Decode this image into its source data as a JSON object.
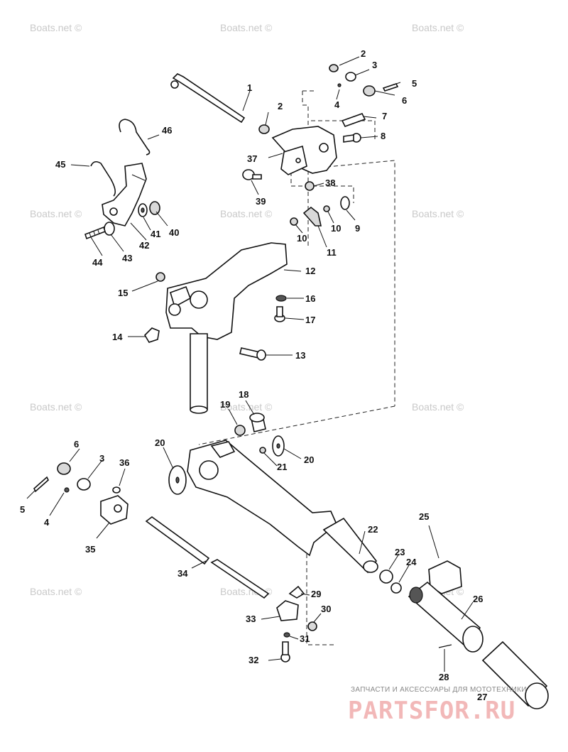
{
  "watermark": {
    "text": "Boats.net ©"
  },
  "brand": {
    "top_text": "ЗАПЧАСТИ И АКСЕССУАРЫ ДЛЯ МОТОТЕХНИКИ",
    "main_text": "PARTSFOR.RU"
  },
  "callouts": [
    "1",
    "2",
    "3",
    "4",
    "5",
    "6",
    "7",
    "8",
    "9",
    "10",
    "11",
    "12",
    "13",
    "14",
    "15",
    "16",
    "17",
    "18",
    "19",
    "20",
    "21",
    "22",
    "23",
    "24",
    "25",
    "26",
    "27",
    "28",
    "29",
    "30",
    "31",
    "32",
    "33",
    "34",
    "35",
    "36",
    "37",
    "38",
    "39",
    "40",
    "41",
    "42",
    "43",
    "44",
    "45",
    "46"
  ],
  "callouts_repeated": [
    "2",
    "3",
    "4",
    "5",
    "6",
    "10",
    "20"
  ]
}
